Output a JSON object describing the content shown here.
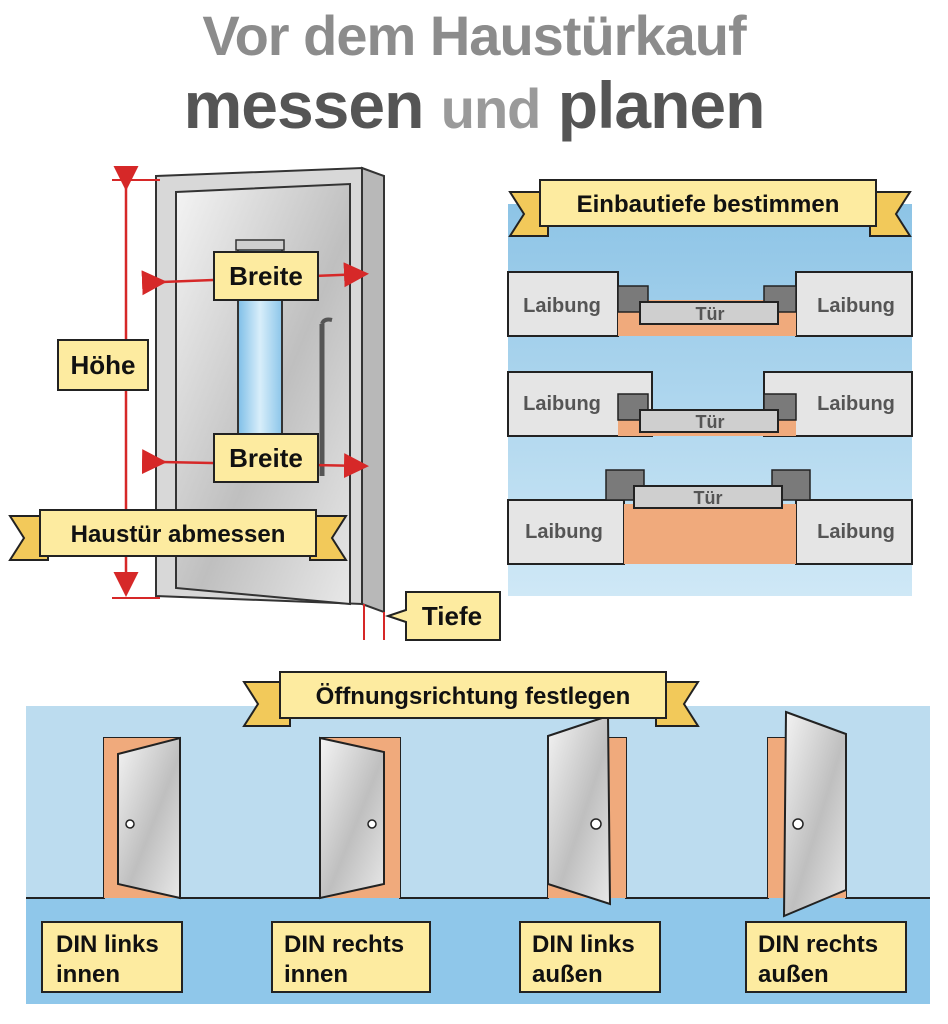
{
  "title": {
    "line1": "Vor dem Haustürkauf",
    "line2_part1": "messen",
    "line2_part2": "und",
    "line2_part3": "planen"
  },
  "measure": {
    "banner": "Haustür abmessen",
    "height_label": "Höhe",
    "width_label_top": "Breite",
    "width_label_bottom": "Breite",
    "depth_label": "Tiefe"
  },
  "depth_section": {
    "banner": "Einbautiefe bestimmen",
    "rows": [
      {
        "left": "Laibung",
        "door": "Tür",
        "right": "Laibung"
      },
      {
        "left": "Laibung",
        "door": "Tür",
        "right": "Laibung"
      },
      {
        "left": "Laibung",
        "door": "Tür",
        "right": "Laibung"
      }
    ]
  },
  "direction_section": {
    "banner": "Öffnungsrichtung festlegen",
    "options": [
      {
        "line1": "DIN links",
        "line2": "innen"
      },
      {
        "line1": "DIN rechts",
        "line2": "innen"
      },
      {
        "line1": "DIN links",
        "line2": "außen"
      },
      {
        "line1": "DIN rechts",
        "line2": "außen"
      }
    ]
  },
  "colors": {
    "label_yellow": "#fdeba0",
    "sky_blue": "#a9d3ec",
    "wall_orange": "#f0aa7c",
    "wall_grey": "#e5e5e5",
    "measure_red": "#d62828"
  }
}
